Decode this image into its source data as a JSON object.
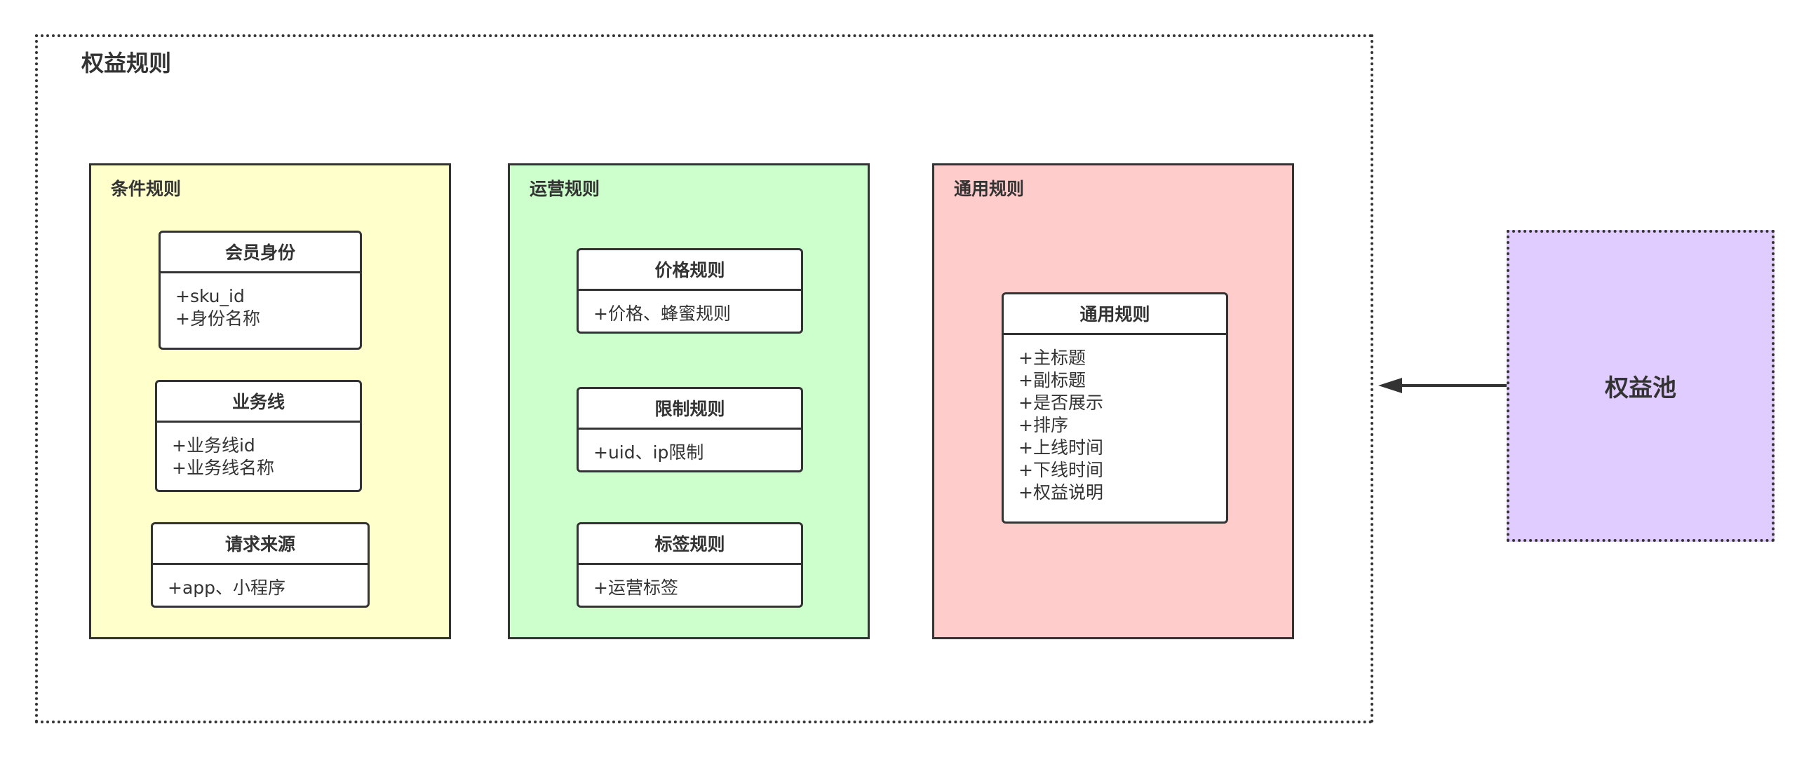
{
  "outer_title": "权益规则",
  "pool_label": "权益池",
  "groups": [
    {
      "title": "条件规则",
      "fill": "#ffffcc",
      "classes": [
        {
          "title": "会员身份",
          "attrs": [
            "+sku_id",
            "+身份名称"
          ]
        },
        {
          "title": "业务线",
          "attrs": [
            "+业务线id",
            "+业务线名称"
          ]
        },
        {
          "title": "请求来源",
          "attrs": [
            "+app、小程序"
          ]
        }
      ]
    },
    {
      "title": "运营规则",
      "fill": "#ccffcc",
      "classes": [
        {
          "title": "价格规则",
          "attrs": [
            "+价格、蜂蜜规则"
          ]
        },
        {
          "title": "限制规则",
          "attrs": [
            "+uid、ip限制"
          ]
        },
        {
          "title": "标签规则",
          "attrs": [
            "+运营标签"
          ]
        }
      ]
    },
    {
      "title": "通用规则",
      "fill": "#ffcccc",
      "classes": [
        {
          "title": "通用规则",
          "attrs": [
            "+主标题",
            "+副标题",
            "+是否展示",
            "+排序",
            "+上线时间",
            "+下线时间",
            "+权益说明"
          ]
        }
      ]
    }
  ],
  "colors": {
    "pool_fill": "#e1ccff",
    "stroke": "#333333"
  },
  "connector": {
    "from": "权益池",
    "to": "权益规则"
  }
}
